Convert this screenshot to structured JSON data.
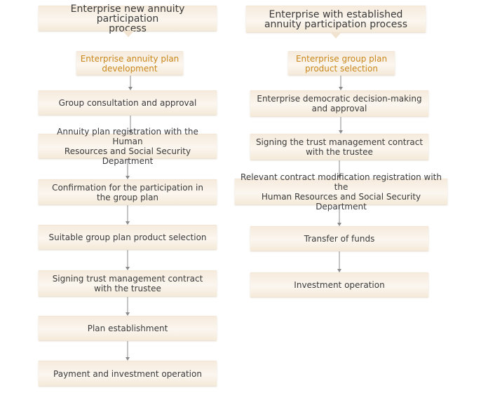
{
  "left_column": {
    "header": "Enterprise new annuity participation\nprocess",
    "steps": [
      "Enterprise annuity plan\ndevelopment",
      "Group consultation and approval",
      "Annuity plan registration with the Human\nResources and Social Security Department",
      "Confirmation for the participation in\nthe group plan",
      "Suitable group plan product selection",
      "Signing trust management contract\nwith the trustee",
      "Plan establishment",
      "Payment and investment operation"
    ]
  },
  "right_column": {
    "header": "Enterprise with established\nannuity participation process",
    "steps": [
      "Enterprise group plan\nproduct selection",
      "Enterprise democratic decision-making\nand approval",
      "Signing the trust management contract\nwith the trustee",
      "Relevant contract modification registration with the\nHuman Resources and Social Security Department",
      "Transfer of funds",
      "Investment operation"
    ]
  },
  "colors": {
    "box_fill": "#f6ebdd",
    "accent_text": "#c9871a",
    "body_text": "#3b3b3b",
    "connector": "#8a8a8a"
  }
}
